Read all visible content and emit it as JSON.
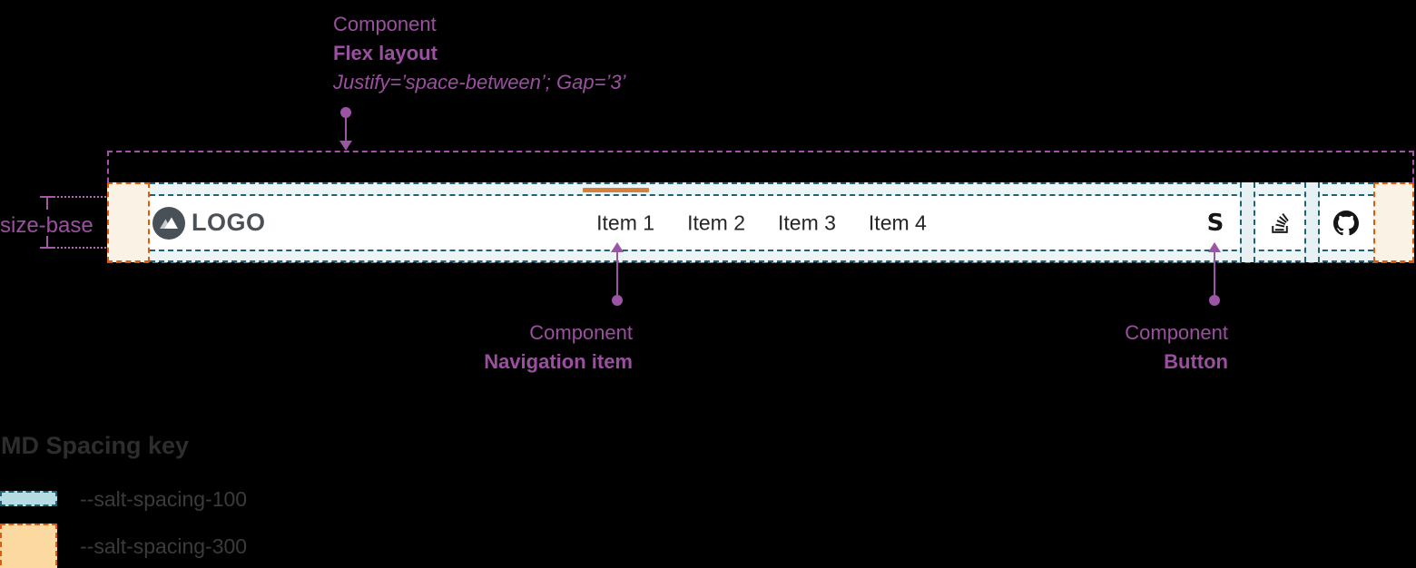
{
  "annotations": {
    "flex_layout": {
      "line1": "Component",
      "line2": "Flex layout",
      "line3": "Justify=’space-between’; Gap=’3’"
    },
    "navigation_item": {
      "line1": "Component",
      "line2": "Navigation item"
    },
    "button": {
      "line1": "Component",
      "line2": "Button"
    },
    "size_base_label": "size-base"
  },
  "navbar": {
    "logo_text": "LOGO",
    "items": [
      {
        "label": "Item 1",
        "active": "true"
      },
      {
        "label": "Item 2",
        "active": "false"
      },
      {
        "label": "Item 3",
        "active": "false"
      },
      {
        "label": "Item 4",
        "active": "false"
      }
    ],
    "actions": [
      {
        "name": "s-logo-button",
        "glyph": "S"
      },
      {
        "name": "stackoverflow-button"
      },
      {
        "name": "github-button"
      }
    ]
  },
  "legend": {
    "title": "MD Spacing key",
    "entries": [
      {
        "token": "--salt-spacing-100",
        "fill": "#b6dbe2",
        "border": "#1e6273"
      },
      {
        "token": "--salt-spacing-300",
        "fill": "#fcd9a0",
        "border": "#e25a0c"
      }
    ]
  },
  "colors": {
    "annotation_purple": "#9c4fa0",
    "spacing_100_line": "#1e6273",
    "spacing_100_fill": "#edf4f6",
    "spacing_300_line": "#e25a0c",
    "spacing_300_fill": "#faf3e5",
    "active_indicator": "#d5803c",
    "logo_gray": "#4a5057",
    "background": "#000000"
  }
}
